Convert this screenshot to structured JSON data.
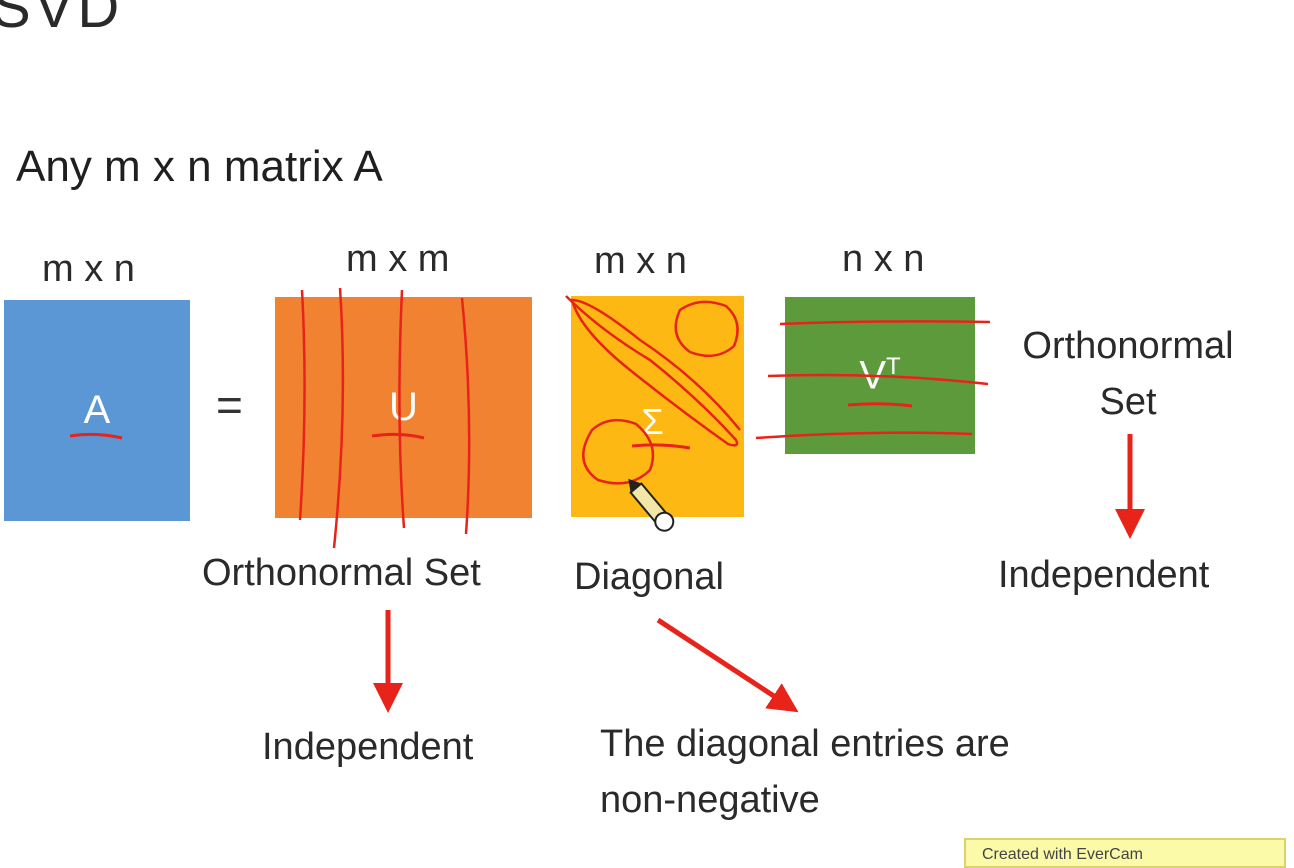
{
  "slide": {
    "title": "SVD",
    "heading": "Any m x n matrix A"
  },
  "matrices": {
    "a": {
      "dims": "m x n",
      "symbol": "A"
    },
    "equals": "=",
    "u": {
      "dims": "m x m",
      "symbol": "U",
      "caption": "Orthonormal Set",
      "implication": "Independent"
    },
    "sigma": {
      "dims": "m x n",
      "symbol": "Σ",
      "caption": "Diagonal",
      "implication": "The diagonal entries are non-negative"
    },
    "vt": {
      "dims": "n x n",
      "symbol": "V",
      "superscript": "T",
      "caption": "Orthonormal Set",
      "implication": "Independent"
    }
  },
  "colors": {
    "a": "#5b97d5",
    "u": "#f08232",
    "sigma": "#fdb813",
    "vt": "#5d9a3c",
    "annotation": "#e8231a"
  },
  "watermark": "Created with EverCam"
}
